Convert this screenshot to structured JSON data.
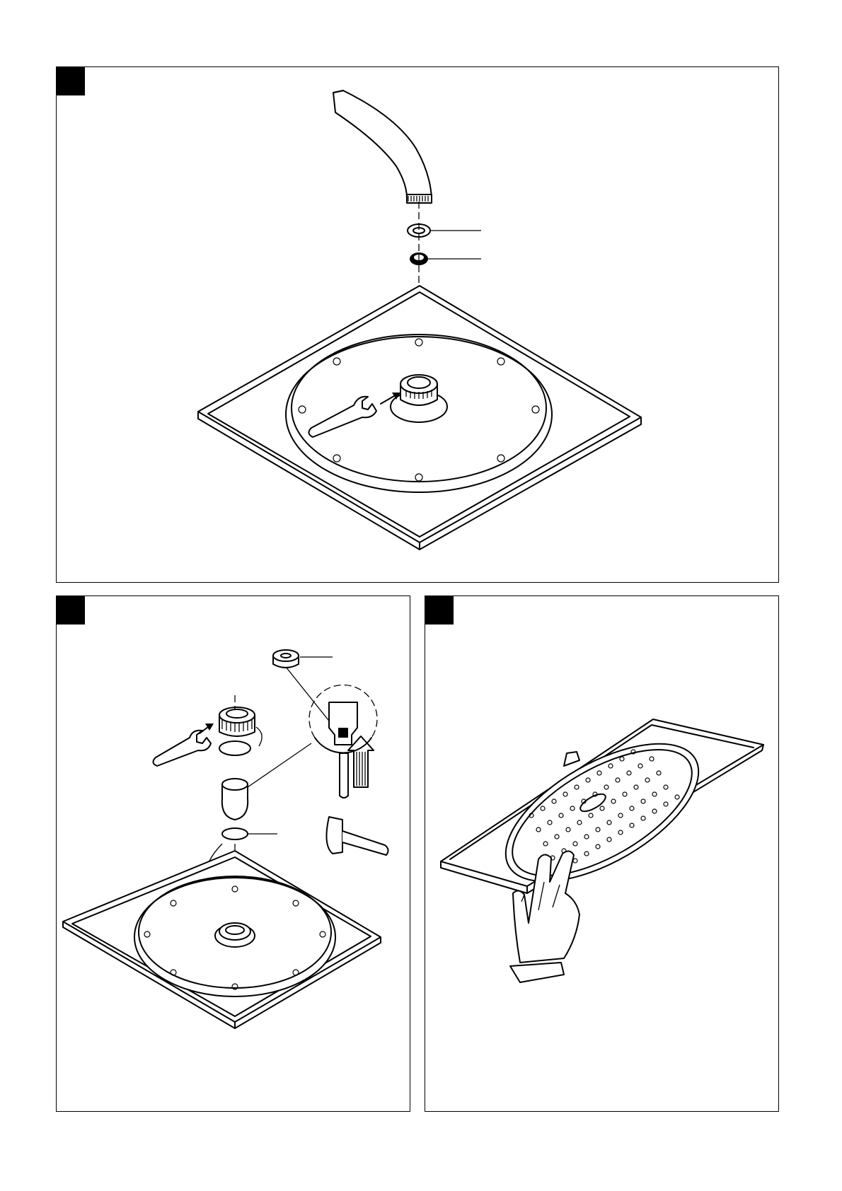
{
  "page": {
    "background": "#ffffff",
    "ink": "#000000"
  },
  "panels": [
    {
      "id": "panel-1",
      "step_label": "",
      "content": [
        "curved-shower-arm",
        "washer",
        "filter-gasket",
        "square-shower-head",
        "wrench"
      ],
      "callouts": 2
    },
    {
      "id": "panel-2",
      "step_label": "",
      "content": [
        "threaded-adapter",
        "o-ring",
        "ball-joint",
        "sealing-ring",
        "square-shower-head",
        "wrench",
        "flow-restrictor",
        "removal-tool",
        "detail-circle",
        "up-arrow"
      ],
      "callouts": 2
    },
    {
      "id": "panel-3",
      "step_label": "",
      "content": [
        "tilted-shower-head",
        "spray-nozzles",
        "hand-cleaning-nozzles"
      ],
      "callouts": 0
    }
  ]
}
